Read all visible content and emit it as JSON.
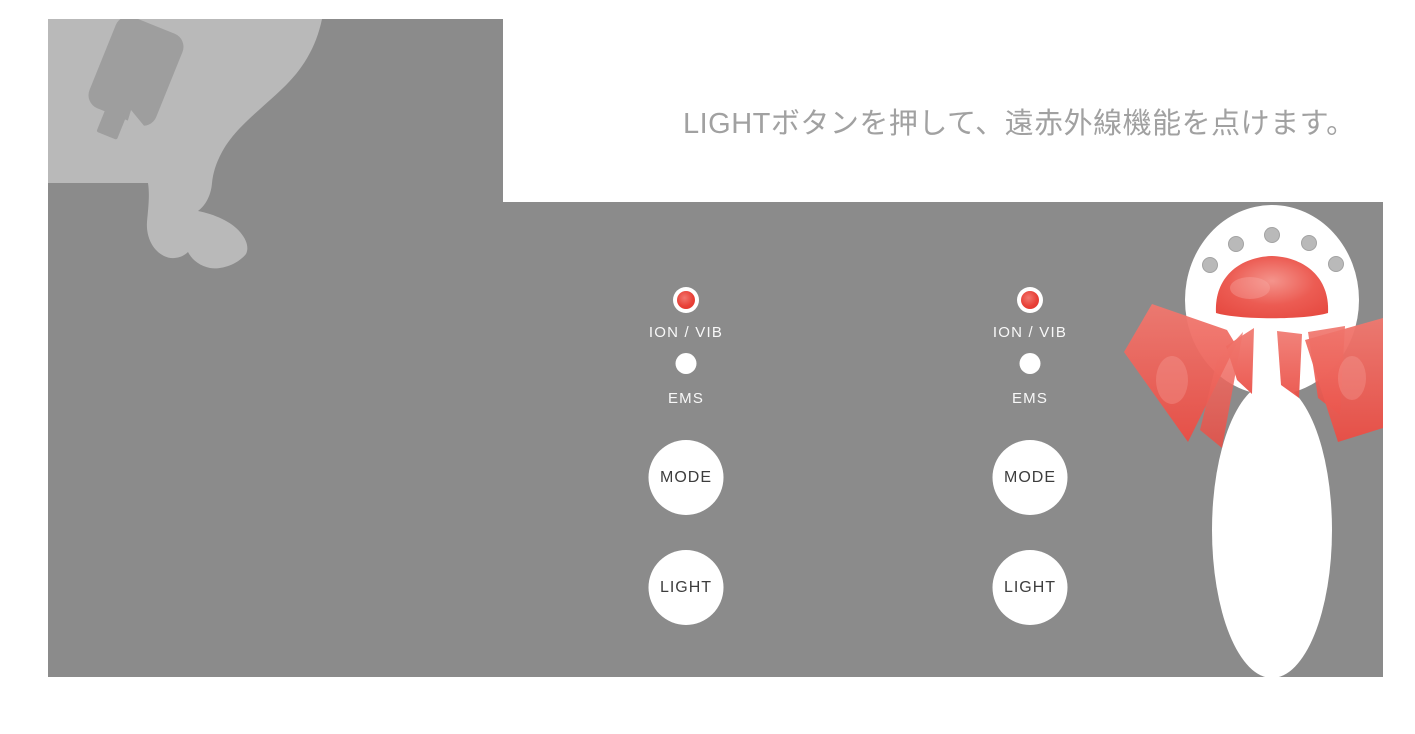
{
  "title": {
    "text": "LIGHTボタンを押して、遠赤外線機能を点けます。"
  },
  "panels": [
    {
      "name": "left-control-panel",
      "ion_vib_label": "ION / VIB",
      "ion_vib_led_state": "on",
      "ems_label": "EMS",
      "ems_led_state": "off",
      "mode_button": "MODE",
      "light_button": "LIGHT"
    },
    {
      "name": "right-control-panel",
      "ion_vib_label": "ION / VIB",
      "ion_vib_led_state": "on",
      "ems_label": "EMS",
      "ems_led_state": "off",
      "mode_button": "MODE",
      "light_button": "LIGHT"
    }
  ],
  "illustration": {
    "top_left": "hand-holding-device-silhouette",
    "right": "device-head-emitting-far-infrared-light",
    "head_led_dots": 5,
    "ray_count": 6
  },
  "colors": {
    "background_gray": "#8b8b8b",
    "hand_gray": "#b9b9b9",
    "device_in_hand_gray": "#9e9e9e",
    "title_gray": "#a1a1a1",
    "led_red": "#e84138",
    "infrared_red": "#ec554c",
    "label_white": "#f8f8f8",
    "button_text": "#3d3d3d",
    "head_dot_gray": "#b9b9b9"
  }
}
